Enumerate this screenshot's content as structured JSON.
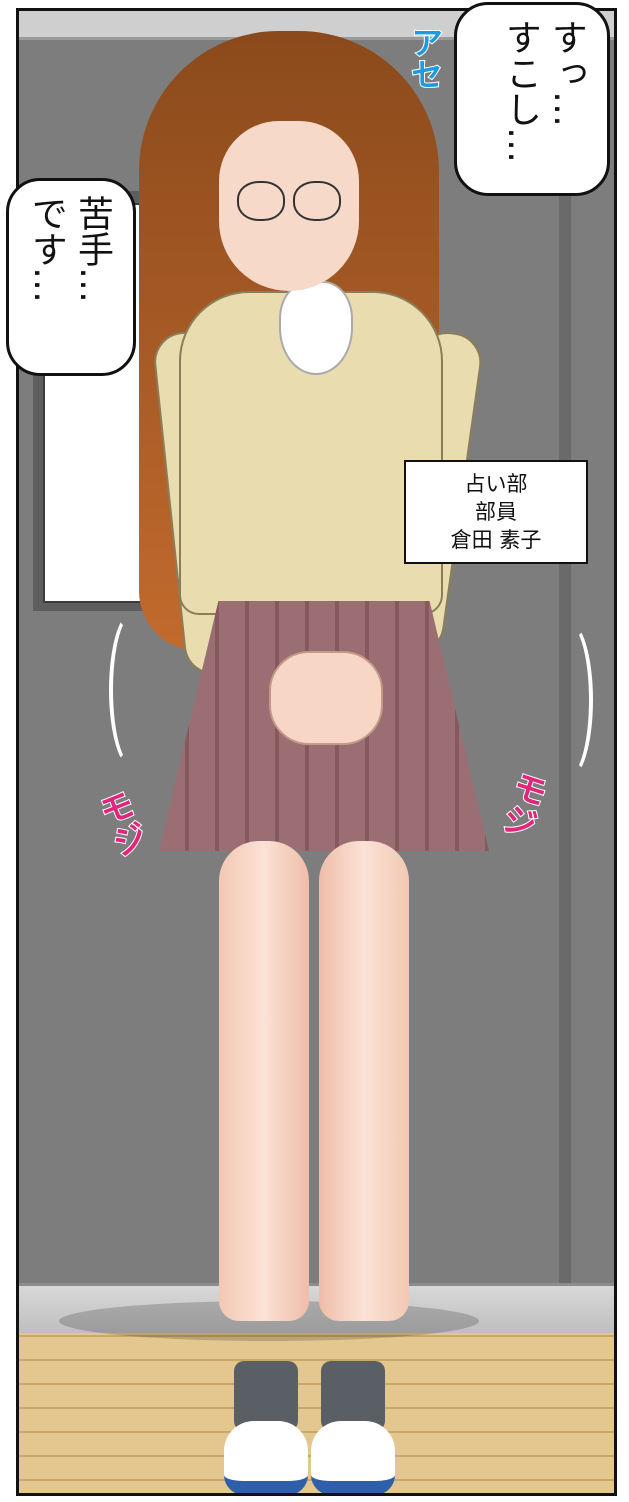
{
  "speech": {
    "bubble1": "すっ…\nすこし…",
    "bubble2": "苦手…\nです…"
  },
  "caption": {
    "line1": "占い部",
    "line2": "部員",
    "line3": "倉田 素子"
  },
  "sfx": {
    "sweat": "アセ",
    "fidget_left": "モジ",
    "fidget_right": "モジ"
  },
  "colors": {
    "sweat": "#1e9be0",
    "fidget": "#e0257a",
    "wall": "#7d7d7d",
    "floor": "#e3c78e",
    "skirt": "#9b6e73",
    "jacket": "#e9dcae",
    "hair": "#b5602a"
  }
}
